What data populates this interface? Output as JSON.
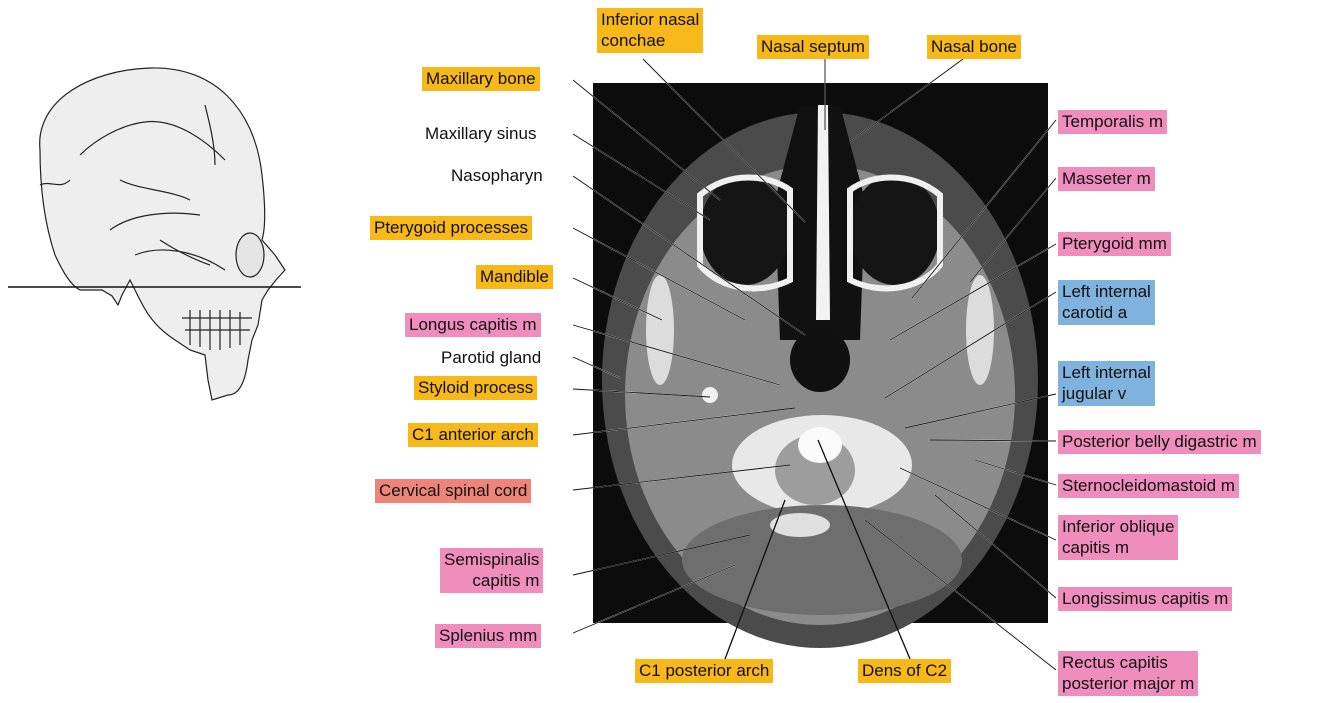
{
  "colors": {
    "bone": "#f7b81a",
    "muscle": "#ef8dbd",
    "vessel": "#7fb2dc",
    "neural": "#ef8478",
    "ct_background": "#0c0c0c"
  },
  "labels": {
    "inferior_nasal_conchae": {
      "lines": [
        "Inferior nasal",
        "conchae"
      ],
      "category": "bone"
    },
    "nasal_septum": {
      "lines": [
        "Nasal septum"
      ],
      "category": "bone"
    },
    "nasal_bone": {
      "lines": [
        "Nasal bone"
      ],
      "category": "bone"
    },
    "maxillary_bone": {
      "lines": [
        "Maxillary bone"
      ],
      "category": "bone"
    },
    "maxillary_sinus": {
      "lines": [
        "Maxillary sinus"
      ],
      "category": "none"
    },
    "nasopharyn": {
      "lines": [
        "Nasopharyn"
      ],
      "category": "none"
    },
    "pterygoid_processes": {
      "lines": [
        "Pterygoid processes"
      ],
      "category": "bone"
    },
    "mandible": {
      "lines": [
        "Mandible"
      ],
      "category": "bone"
    },
    "longus_capitis": {
      "lines": [
        "Longus capitis m"
      ],
      "category": "muscle"
    },
    "parotid_gland": {
      "lines": [
        "Parotid gland"
      ],
      "category": "none"
    },
    "styloid_process": {
      "lines": [
        "Styloid process"
      ],
      "category": "bone"
    },
    "c1_anterior_arch": {
      "lines": [
        "C1 anterior arch"
      ],
      "category": "bone"
    },
    "cervical_spinal_cord": {
      "lines": [
        "Cervical spinal cord"
      ],
      "category": "neural"
    },
    "semispinalis_capitis": {
      "lines": [
        "Semispinalis",
        "capitis m"
      ],
      "category": "muscle"
    },
    "splenius": {
      "lines": [
        "Splenius mm"
      ],
      "category": "muscle"
    },
    "c1_posterior_arch": {
      "lines": [
        "C1 posterior arch"
      ],
      "category": "bone"
    },
    "dens_c2": {
      "lines": [
        "Dens of C2"
      ],
      "category": "bone"
    },
    "temporalis": {
      "lines": [
        "Temporalis m"
      ],
      "category": "muscle"
    },
    "masseter": {
      "lines": [
        "Masseter m"
      ],
      "category": "muscle"
    },
    "pterygoid_mm": {
      "lines": [
        "Pterygoid mm"
      ],
      "category": "muscle"
    },
    "left_internal_carotid": {
      "lines": [
        "Left internal",
        "carotid a"
      ],
      "category": "vessel"
    },
    "left_internal_jugular": {
      "lines": [
        "Left internal",
        "jugular v"
      ],
      "category": "vessel"
    },
    "posterior_belly_digastric": {
      "lines": [
        "Posterior belly digastric m"
      ],
      "category": "muscle"
    },
    "sternocleidomastoid": {
      "lines": [
        "Sternocleidomastoid m"
      ],
      "category": "muscle"
    },
    "inferior_oblique_capitis": {
      "lines": [
        "Inferior oblique",
        "capitis m"
      ],
      "category": "muscle"
    },
    "longissimus_capitis": {
      "lines": [
        "Longissimus capitis m"
      ],
      "category": "muscle"
    },
    "rectus_capitis_posterior_major": {
      "lines": [
        "Rectus capitis",
        "posterior major m"
      ],
      "category": "muscle"
    }
  }
}
